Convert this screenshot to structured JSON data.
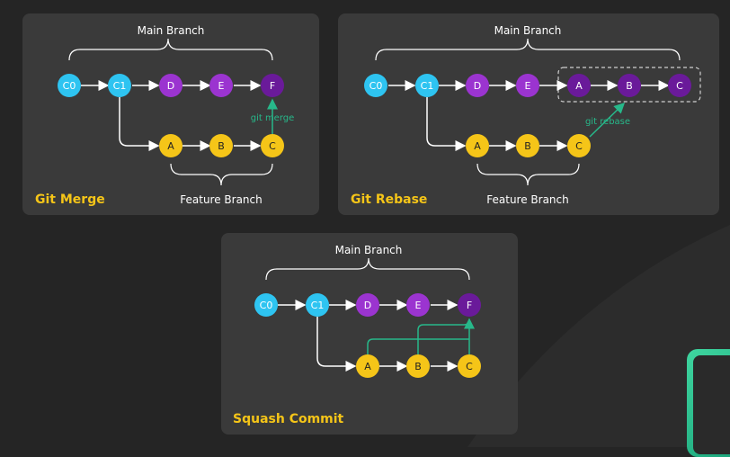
{
  "colors": {
    "cyan": "#2ec4f1",
    "purple": "#9b34d0",
    "dark_purple": "#6a1a9a",
    "yellow": "#f5c518",
    "green": "#27b88a",
    "title": "#f5c518"
  },
  "merge": {
    "title": "Git Merge",
    "main_label": "Main Branch",
    "feature_label": "Feature Branch",
    "annotation": "git merge",
    "commits": {
      "c0": "C0",
      "c1": "C1",
      "d": "D",
      "e": "E",
      "f": "F",
      "a": "A",
      "b": "B",
      "c": "C"
    }
  },
  "rebase": {
    "title": "Git Rebase",
    "main_label": "Main Branch",
    "feature_label": "Feature Branch",
    "annotation": "git rebase",
    "commits": {
      "c0": "C0",
      "c1": "C1",
      "d": "D",
      "e": "E",
      "ra": "A",
      "rb": "B",
      "rc": "C",
      "a": "A",
      "b": "B",
      "c": "C"
    }
  },
  "squash": {
    "title": "Squash Commit",
    "main_label": "Main Branch",
    "commits": {
      "c0": "C0",
      "c1": "C1",
      "d": "D",
      "e": "E",
      "f": "F",
      "a": "A",
      "b": "B",
      "c": "C"
    }
  }
}
